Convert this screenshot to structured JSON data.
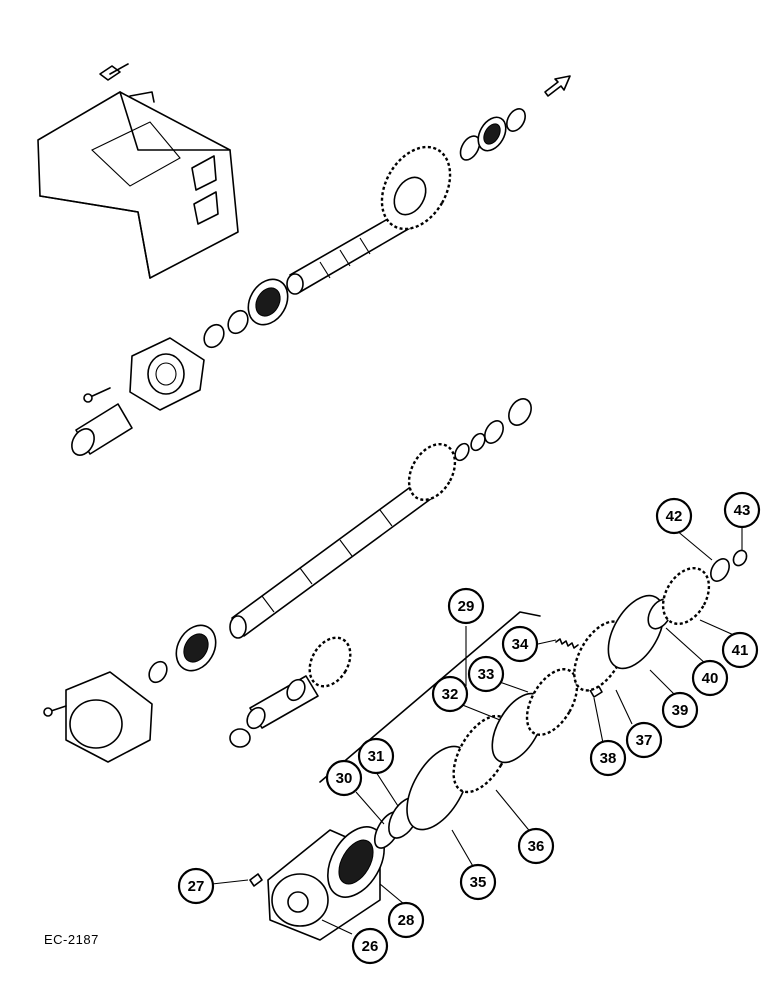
{
  "figure": {
    "code": "EC-2187",
    "callouts": [
      "26",
      "27",
      "28",
      "29",
      "30",
      "31",
      "32",
      "33",
      "34",
      "35",
      "36",
      "37",
      "38",
      "39",
      "40",
      "41",
      "42",
      "43"
    ]
  }
}
